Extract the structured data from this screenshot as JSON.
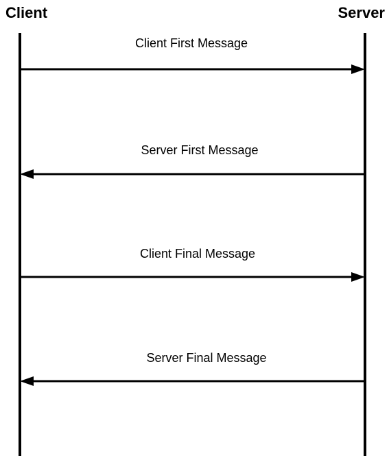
{
  "participants": {
    "client": "Client",
    "server": "Server"
  },
  "messages": [
    {
      "label": "Client First Message",
      "from": "client",
      "to": "server"
    },
    {
      "label": "Server First Message",
      "from": "server",
      "to": "client"
    },
    {
      "label": "Client Final Message",
      "from": "client",
      "to": "server"
    },
    {
      "label": "Server Final Message",
      "from": "server",
      "to": "client"
    }
  ]
}
